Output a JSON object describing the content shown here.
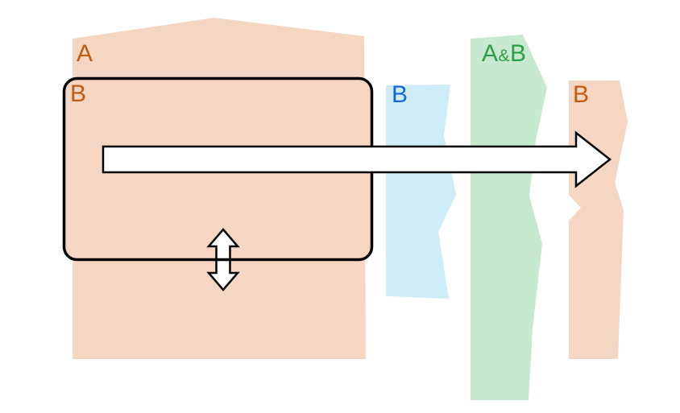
{
  "diagram": {
    "region_a": {
      "label": "A"
    },
    "region_b_main": {
      "label": "B"
    },
    "band_b_cyan": {
      "label": "B"
    },
    "band_ab_green": {
      "label_a": "A",
      "label_amp": "&",
      "label_b": "B"
    },
    "band_b_right": {
      "label": "B"
    }
  },
  "colors": {
    "peach_fill": "#F5D6C2",
    "cyan_fill": "#CEEDF6",
    "green_fill": "#C7E9CF",
    "arrow_fill": "#FFFFFF",
    "outline": "#000000",
    "orange_text": "#C55A11",
    "blue_text": "#1666D8",
    "green_text": "#2E9F44"
  }
}
